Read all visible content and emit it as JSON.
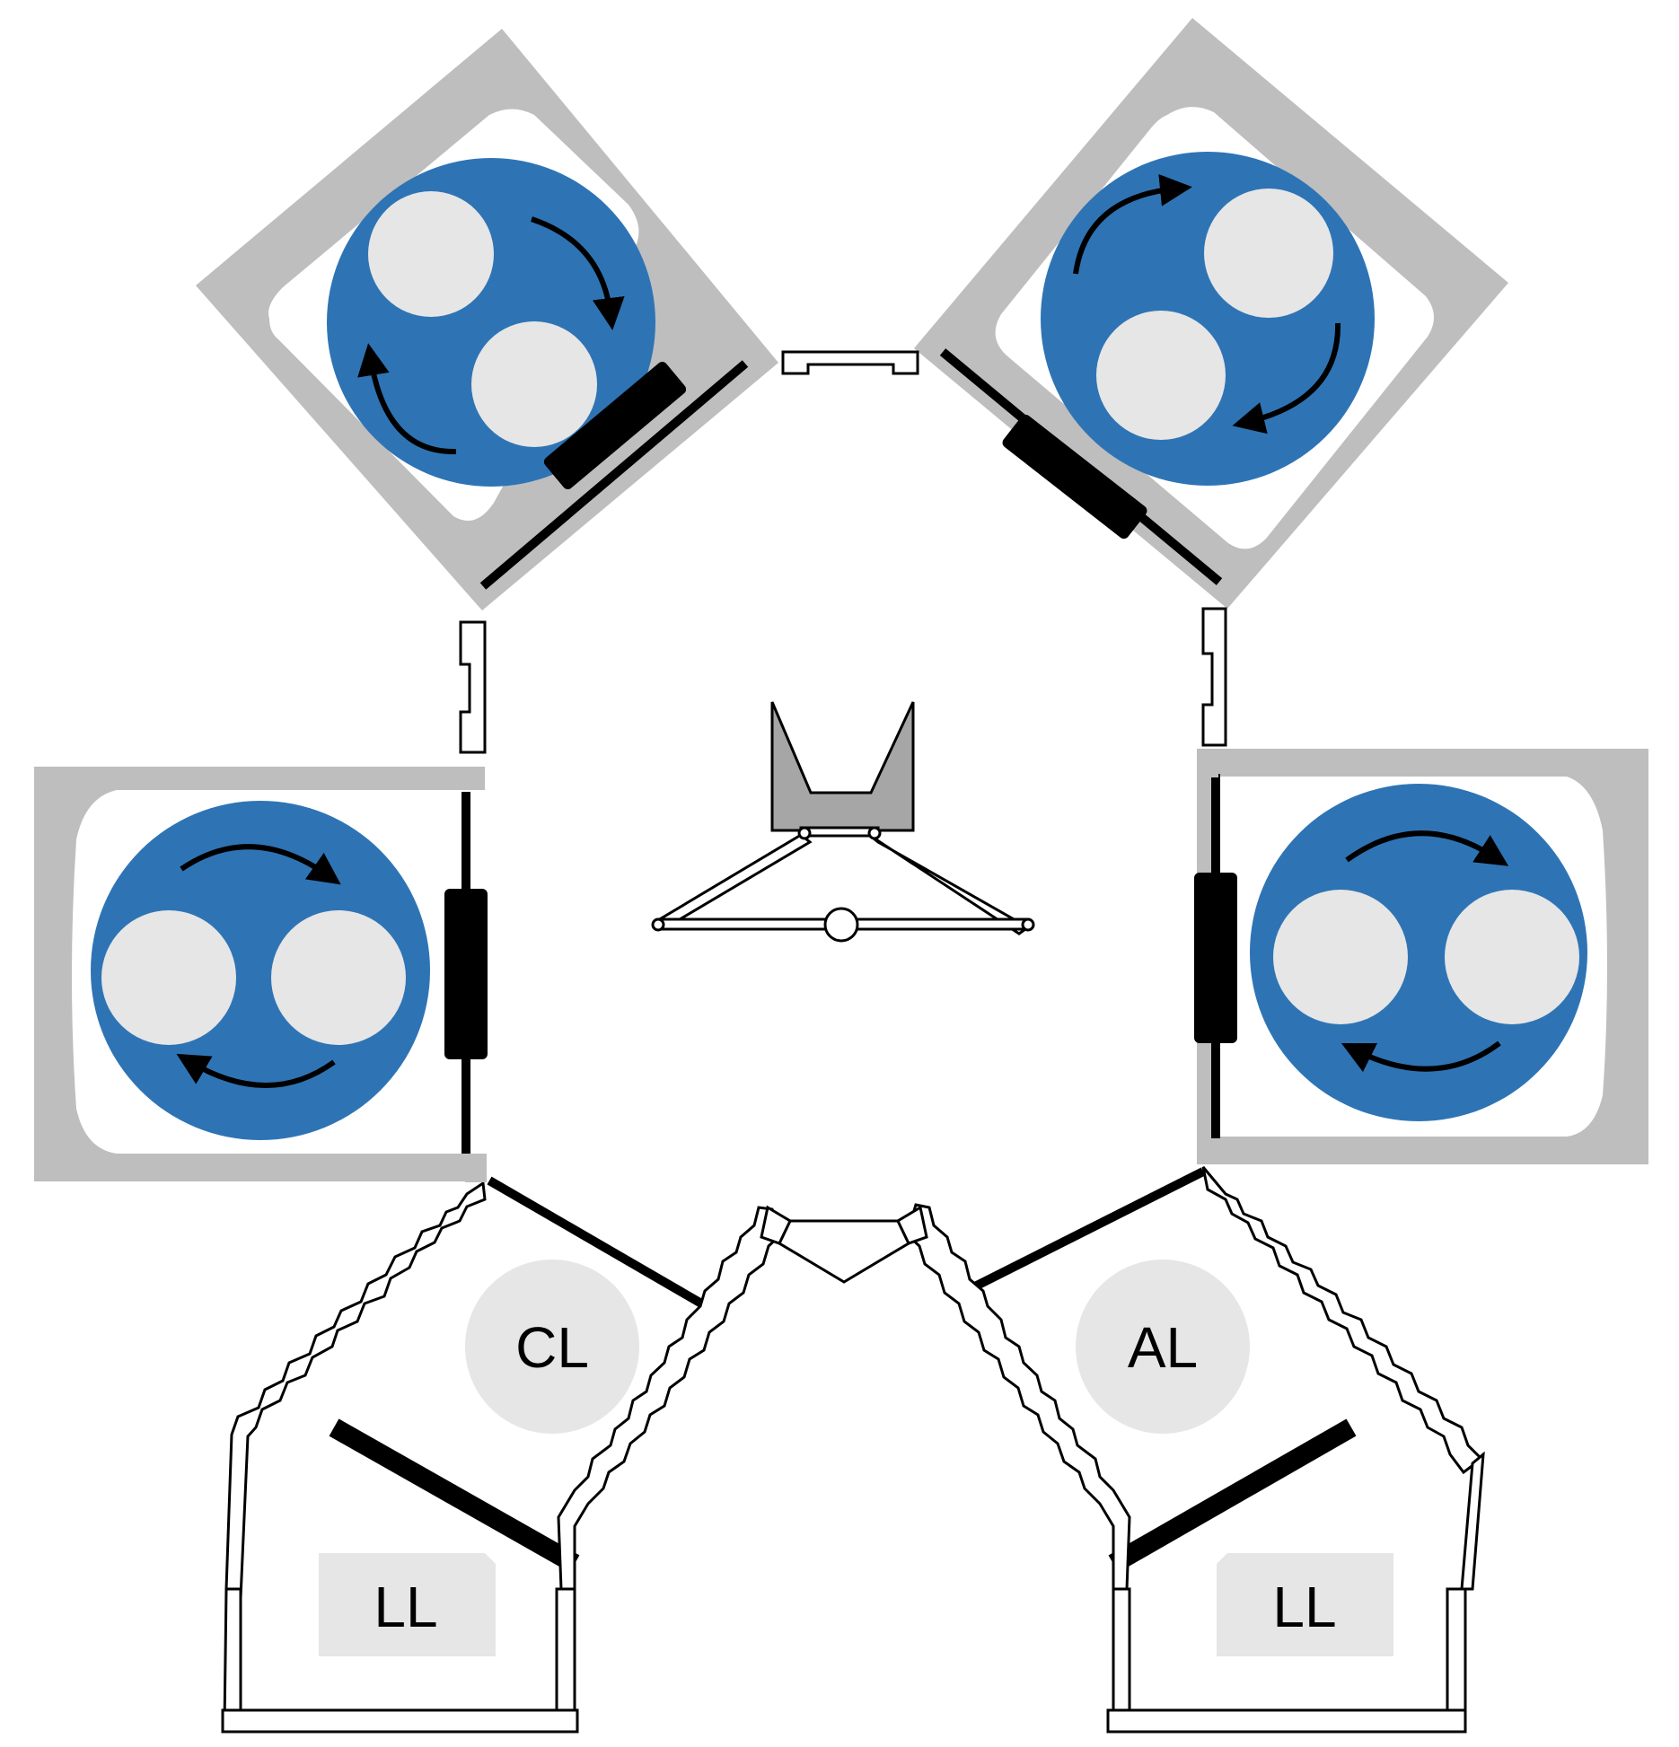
{
  "diagram": {
    "labels": {
      "cooling_loadlock": "CL",
      "aligner": "AL",
      "load_lock_left": "LL",
      "load_lock_right": "LL"
    },
    "colors": {
      "chamber_housing": "#bebebe",
      "process_disc": "#2e74b5",
      "wafer": "#e6e6e6",
      "valve": "#000000",
      "robot_end_effector": "#a6a6a6",
      "outline": "#000000"
    },
    "icons": {
      "rotation": "curved-arrow-icon",
      "robot": "transfer-robot-icon"
    }
  }
}
